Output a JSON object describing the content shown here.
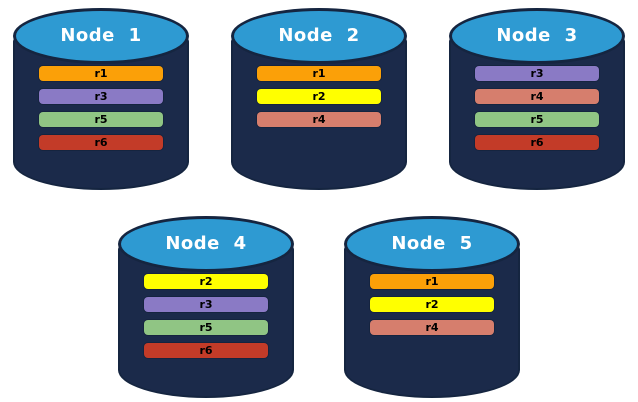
{
  "diagram": {
    "type": "database-cluster-replication",
    "background": "#ffffff"
  },
  "colors": {
    "cylinder_body": "#1b2a4a",
    "cylinder_top": "#2e9ad2",
    "cylinder_border": "#152540",
    "title_text": "#ffffff",
    "record_text": "#000000",
    "records": {
      "r1": "#fba008",
      "r2": "#ffff00",
      "r3": "#8a7ac5",
      "r4": "#d67e6d",
      "r5": "#90c584",
      "r6": "#c33b28"
    }
  },
  "nodes": [
    {
      "label": "Node 1",
      "row": 1,
      "records": [
        "r1",
        "r3",
        "r5",
        "r6"
      ]
    },
    {
      "label": "Node 2",
      "row": 1,
      "records": [
        "r1",
        "r2",
        "r4"
      ]
    },
    {
      "label": "Node 3",
      "row": 1,
      "records": [
        "r3",
        "r4",
        "r5",
        "r6"
      ]
    },
    {
      "label": "Node 4",
      "row": 2,
      "records": [
        "r2",
        "r3",
        "r5",
        "r6"
      ]
    },
    {
      "label": "Node 5",
      "row": 2,
      "records": [
        "r1",
        "r2",
        "r4"
      ]
    }
  ]
}
